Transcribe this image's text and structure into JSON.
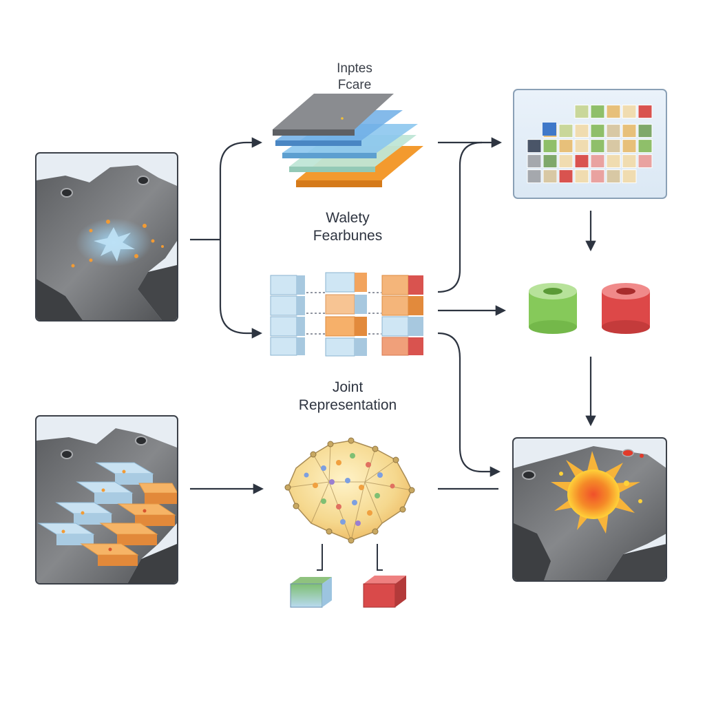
{
  "labels": {
    "inputs": {
      "line1": "Inptes",
      "line2": "Fcare"
    },
    "variety": {
      "line1": "Walety",
      "line2": "Fearbunes"
    },
    "joint": {
      "line1": "Joint",
      "line2": "Representation"
    }
  },
  "colors": {
    "part_gray": "#6b6d70",
    "arrow": "#2d3440",
    "layer_gray": "#8a8c90",
    "layer_blue": "#6fb4e8",
    "layer_lightblue": "#a9d8ec",
    "layer_green": "#b9e2c7",
    "layer_orange": "#f29b34",
    "block_blue": "#b9d9ee",
    "block_orange": "#f3b27a",
    "block_red": "#e06a4f",
    "cyl_green": "#8ccf5c",
    "cyl_red": "#df4a4a",
    "heat_orange": "#f26a1f",
    "heat_yellow": "#ffd23a"
  }
}
